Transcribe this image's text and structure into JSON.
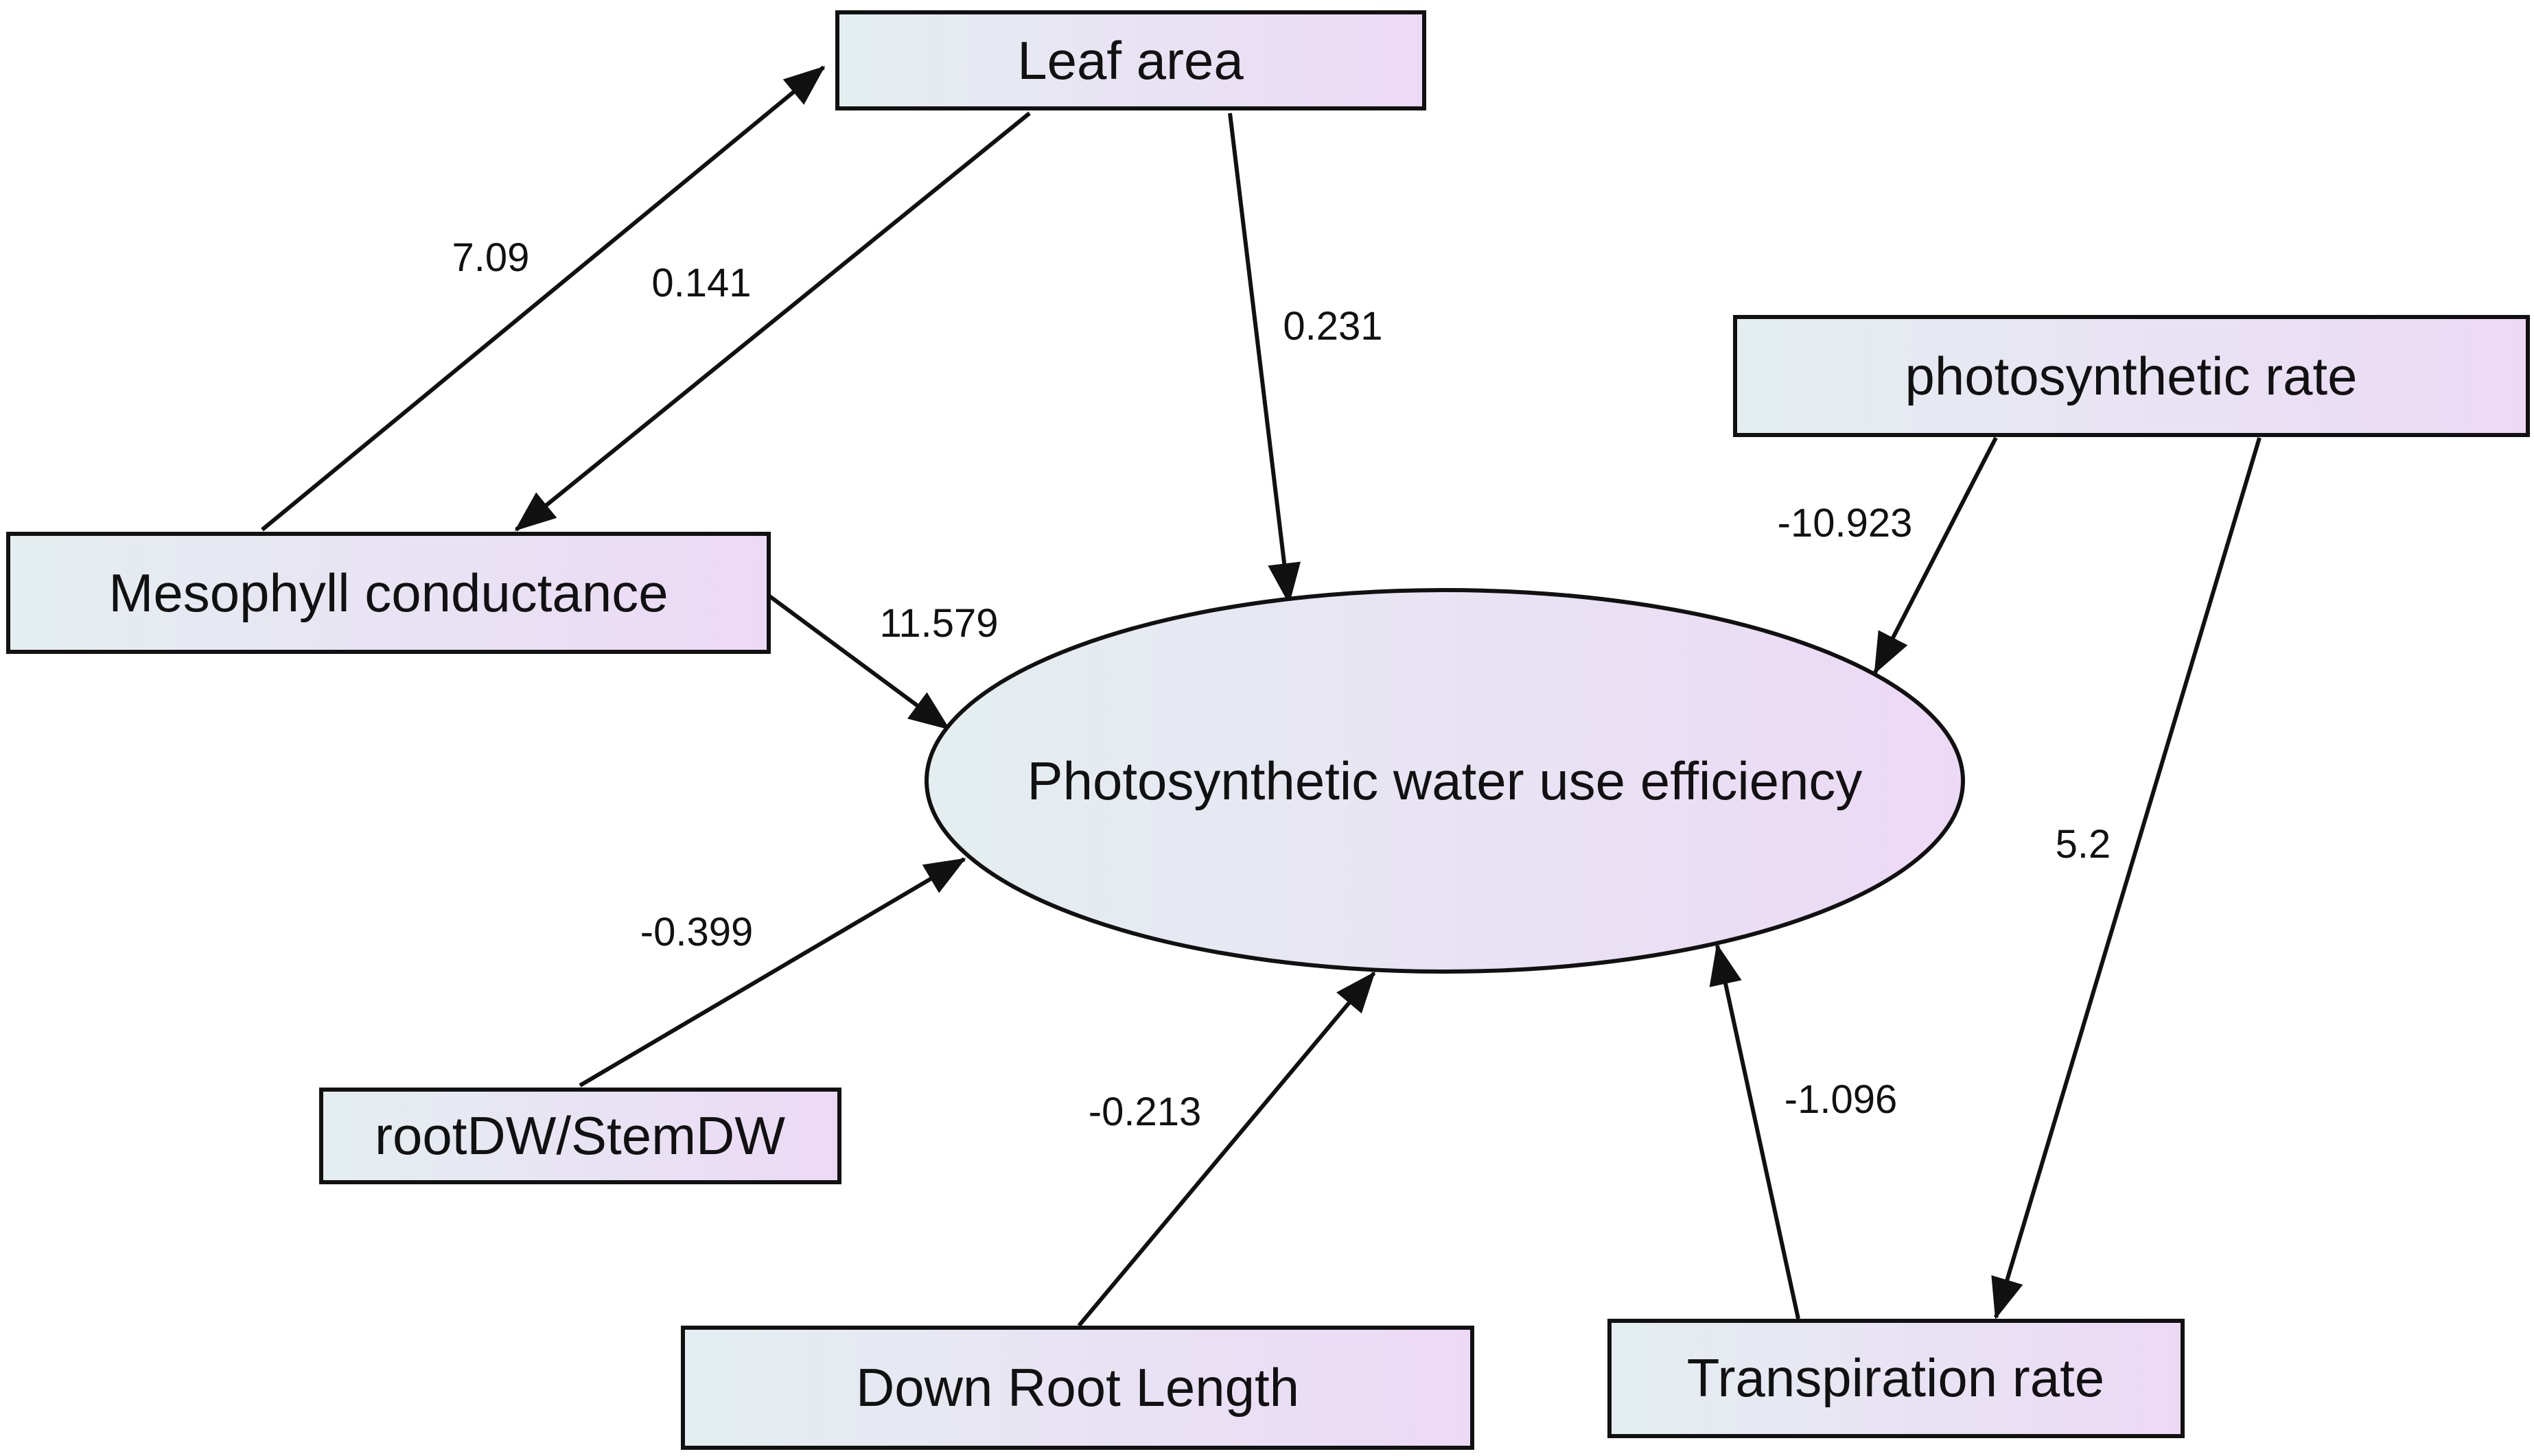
{
  "nodes": {
    "leaf_area": "Leaf area",
    "mesophyll_conductance": "Mesophyll conductance",
    "photosynthetic_rate": "photosynthetic rate",
    "pwue": "Photosynthetic water use efficiency",
    "root_stem_dw": "rootDW/StemDW",
    "down_root_length": "Down Root Length",
    "transpiration_rate": "Transpiration rate"
  },
  "edges": {
    "mesophyll_to_leaf": "7.09",
    "leaf_to_mesophyll": "0.141",
    "leaf_to_pwue": "0.231",
    "mesophyll_to_pwue": "11.579",
    "photo_to_pwue": "-10.923",
    "photo_to_transpiration": "5.2",
    "rootstem_to_pwue": "-0.399",
    "downroot_to_pwue": "-0.213",
    "transpiration_to_pwue": "-1.096"
  },
  "colors": {
    "fill_start": "#e4eef0",
    "fill_end": "#ecd9f6",
    "stroke": "#111111"
  }
}
